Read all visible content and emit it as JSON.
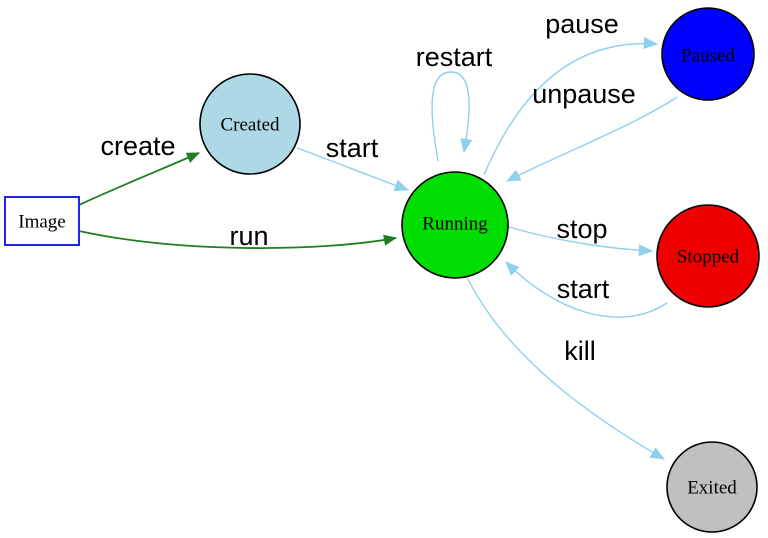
{
  "diagram": {
    "type": "state-machine",
    "subject": "container lifecycle states",
    "background": "#ffffff",
    "colors": {
      "edge_primary_blue": "#8fd0ec",
      "edge_secondary_green": "#1f7e22",
      "node_border": "#000000",
      "image_box_border": "#2222ee",
      "label_text": "#000000"
    },
    "nodes": [
      {
        "id": "image",
        "label": "Image",
        "shape": "rect",
        "fill": "#ffffff",
        "stroke": "#2222ee"
      },
      {
        "id": "created",
        "label": "Created",
        "shape": "circle",
        "fill": "#add8e6",
        "stroke": "#000000"
      },
      {
        "id": "running",
        "label": "Running",
        "shape": "circle",
        "fill": "#00dd00",
        "stroke": "#000000"
      },
      {
        "id": "paused",
        "label": "Paused",
        "shape": "circle",
        "fill": "#0000ff",
        "stroke": "#000000"
      },
      {
        "id": "stopped",
        "label": "Stopped",
        "shape": "circle",
        "fill": "#ee0000",
        "stroke": "#000000"
      },
      {
        "id": "exited",
        "label": "Exited",
        "shape": "circle",
        "fill": "#c0c0c0",
        "stroke": "#000000"
      }
    ],
    "edges": [
      {
        "from": "image",
        "to": "created",
        "label": "create",
        "color": "#1f7e22"
      },
      {
        "from": "image",
        "to": "running",
        "label": "run",
        "color": "#1f7e22"
      },
      {
        "from": "created",
        "to": "running",
        "label": "start",
        "color": "#8fd0ec"
      },
      {
        "from": "running",
        "to": "running",
        "label": "restart",
        "color": "#8fd0ec"
      },
      {
        "from": "running",
        "to": "paused",
        "label": "pause",
        "color": "#8fd0ec"
      },
      {
        "from": "paused",
        "to": "running",
        "label": "unpause",
        "color": "#8fd0ec"
      },
      {
        "from": "running",
        "to": "stopped",
        "label": "stop",
        "color": "#8fd0ec"
      },
      {
        "from": "stopped",
        "to": "running",
        "label": "start",
        "color": "#8fd0ec"
      },
      {
        "from": "running",
        "to": "exited",
        "label": "kill",
        "color": "#8fd0ec"
      }
    ]
  }
}
